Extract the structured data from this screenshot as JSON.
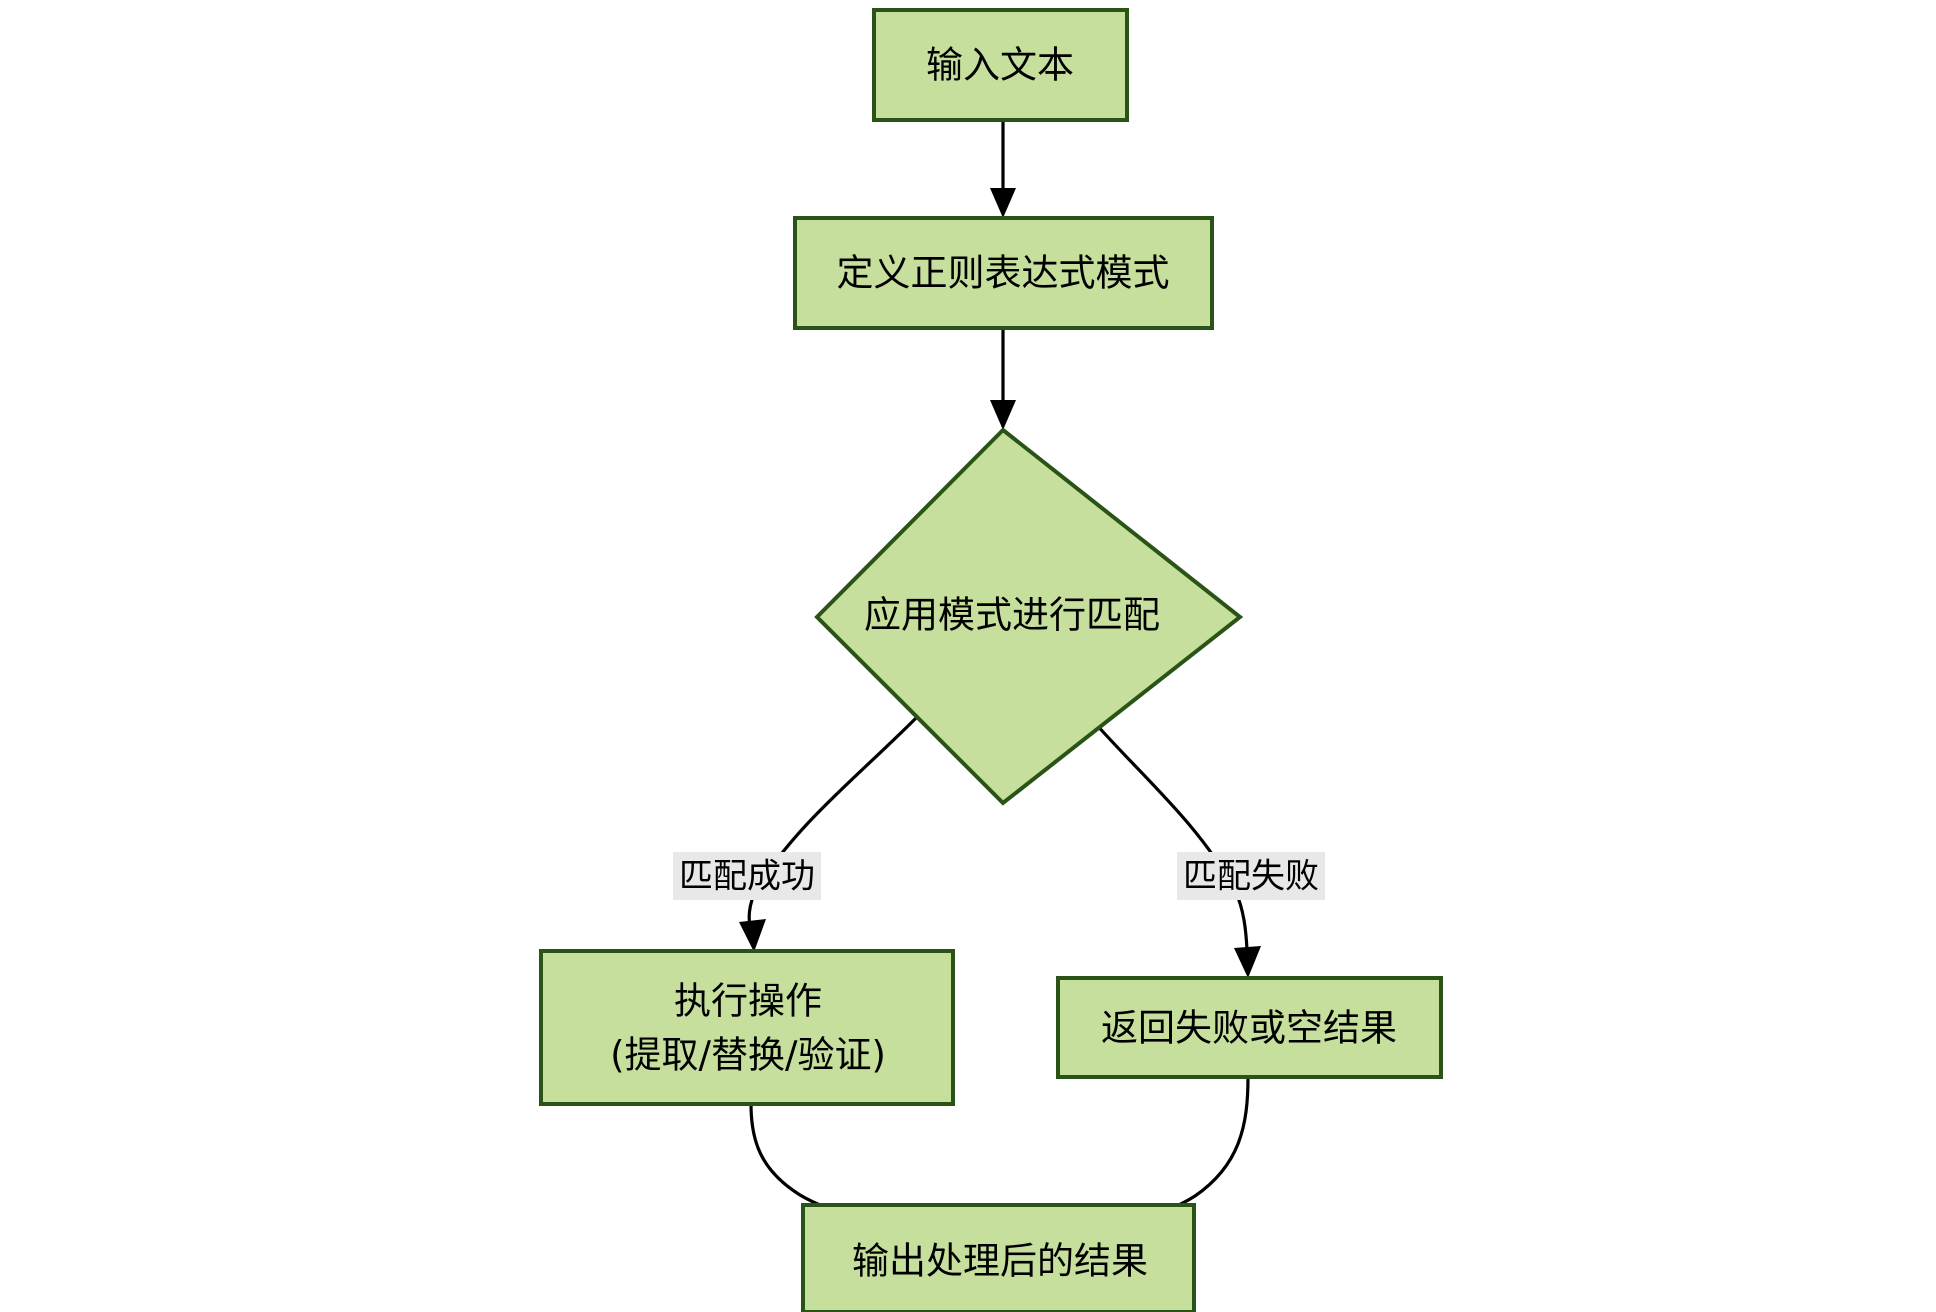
{
  "diagram": {
    "type": "flowchart",
    "orientation": "top-to-bottom",
    "title": "",
    "theme": {
      "node_fill": "#c6df9c",
      "node_border": "#2a5317",
      "edge_color": "#000000",
      "edge_label_background": "#e8e8e8",
      "text_color": "#000000",
      "canvas_background": "#ffffff"
    },
    "nodes": [
      {
        "id": "input",
        "shape": "rectangle",
        "label": "输入文本",
        "lines": [
          "输入文本"
        ]
      },
      {
        "id": "define",
        "shape": "rectangle",
        "label": "定义正则表达式模式",
        "lines": [
          "定义正则表达式模式"
        ]
      },
      {
        "id": "match",
        "shape": "diamond",
        "label": "应用模式进行匹配",
        "lines": [
          "应用模式进行匹配"
        ]
      },
      {
        "id": "action",
        "shape": "rectangle",
        "label": "执行操作(提取/替换/验证)",
        "lines": [
          "执行操作",
          "(提取/替换/验证)"
        ]
      },
      {
        "id": "fail",
        "shape": "rectangle",
        "label": "返回失败或空结果",
        "lines": [
          "返回失败或空结果"
        ]
      },
      {
        "id": "output",
        "shape": "rectangle",
        "label": "输出处理后的结果",
        "lines": [
          "输出处理后的结果"
        ]
      }
    ],
    "edges": [
      {
        "id": "e1",
        "from": "input",
        "to": "define",
        "label": ""
      },
      {
        "id": "e2",
        "from": "define",
        "to": "match",
        "label": ""
      },
      {
        "id": "e3",
        "from": "match",
        "to": "action",
        "label": "匹配成功"
      },
      {
        "id": "e4",
        "from": "match",
        "to": "fail",
        "label": "匹配失败"
      },
      {
        "id": "e5",
        "from": "action",
        "to": "output",
        "label": ""
      },
      {
        "id": "e6",
        "from": "fail",
        "to": "output",
        "label": ""
      }
    ]
  }
}
